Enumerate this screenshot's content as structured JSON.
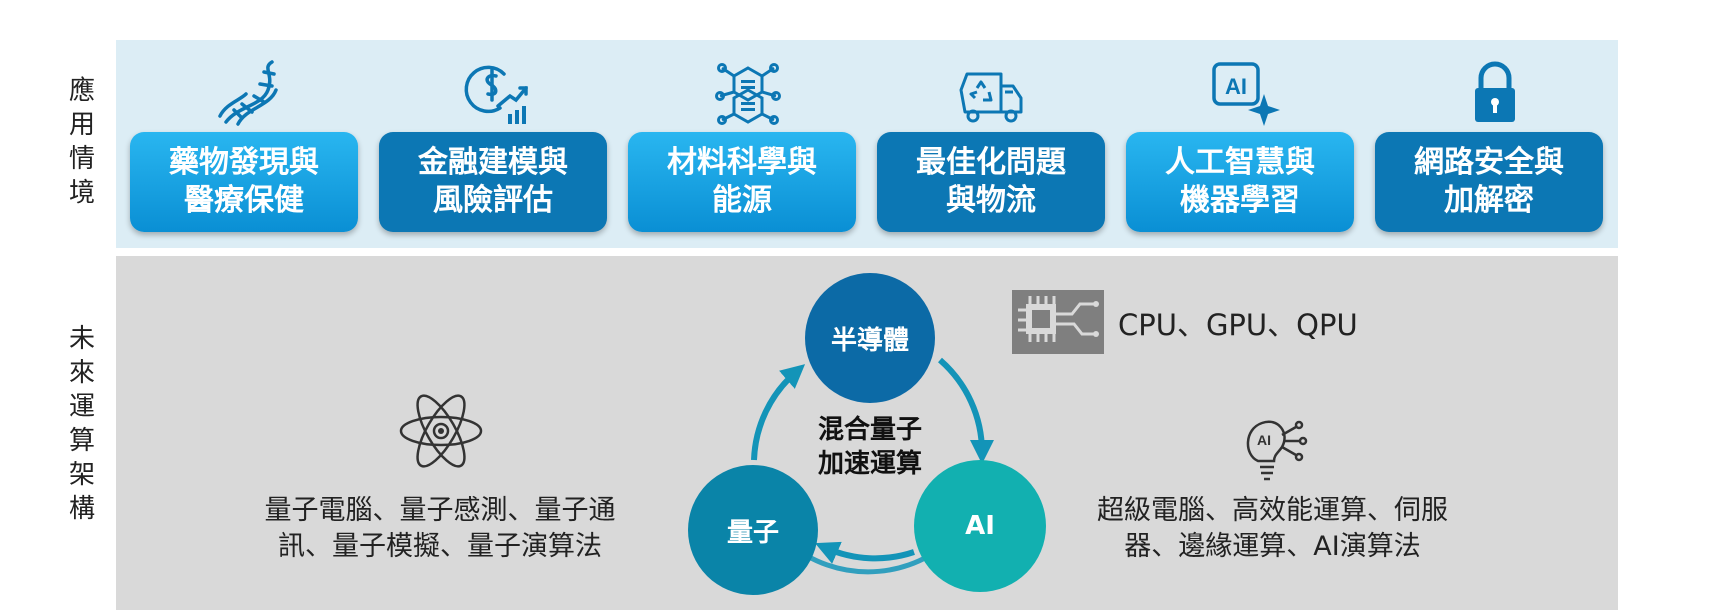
{
  "sections": {
    "application_label_chars": [
      "應",
      "用",
      "情",
      "境"
    ],
    "architecture_label_chars": [
      "未",
      "來",
      "運",
      "算",
      "架",
      "構"
    ]
  },
  "applications": [
    {
      "line1": "藥物發現與",
      "line2": "醫療保健",
      "icon": "dna-icon",
      "style": "light"
    },
    {
      "line1": "金融建模與",
      "line2": "風險評估",
      "icon": "finance-chart-icon",
      "style": "dark"
    },
    {
      "line1": "材料科學與",
      "line2": "能源",
      "icon": "molecule-network-icon",
      "style": "light"
    },
    {
      "line1": "最佳化問題",
      "line2": "與物流",
      "icon": "recycling-truck-icon",
      "style": "dark"
    },
    {
      "line1": "人工智慧與",
      "line2": "機器學習",
      "icon": "ai-sparkle-icon",
      "style": "light"
    },
    {
      "line1": "網路安全與",
      "line2": "加解密",
      "icon": "padlock-icon",
      "style": "dark"
    }
  ],
  "architecture": {
    "center": {
      "line1": "混合量子",
      "line2": "加速運算"
    },
    "nodes": {
      "semiconductor": "半導體",
      "quantum": "量子",
      "ai": "AI"
    },
    "chips_label": "CPU、GPU、QPU",
    "quantum_text": {
      "line1": "量子電腦、量子感測、量子通",
      "line2": "訊、量子模擬、量子演算法"
    },
    "classical_text": {
      "line1": "超級電腦、高效能運算、伺服",
      "line2": "器、邊緣運算、AI演算法"
    }
  },
  "colors": {
    "top_panel": "#dcedf5",
    "bottom_panel": "#d9d9d9",
    "card_light": "#1aa5e6",
    "card_dark": "#0c77b4",
    "semiconductor_circle": "#0c6aa6",
    "quantum_circle": "#0a84a8",
    "ai_circle": "#12b0b0",
    "cycle_arrow": "#1394b8"
  }
}
